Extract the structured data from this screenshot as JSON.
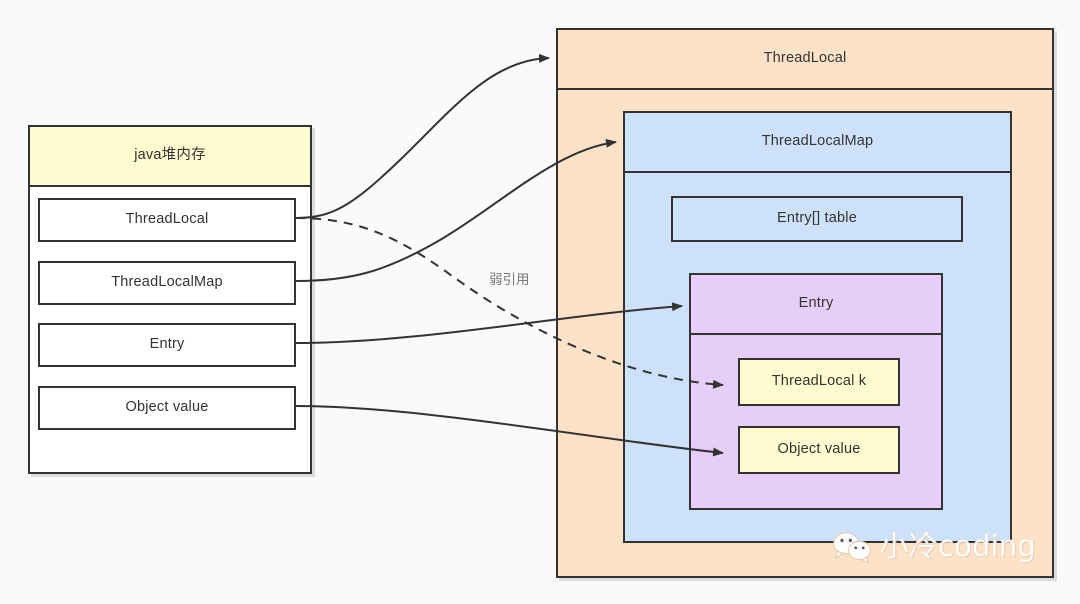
{
  "diagram": {
    "title_hidden": "",
    "left_panel": {
      "header": {
        "label": "java堆内存"
      },
      "items": [
        {
          "label": "ThreadLocal"
        },
        {
          "label": "ThreadLocalMap"
        },
        {
          "label": "Entry"
        },
        {
          "label": "Object value"
        }
      ]
    },
    "right_panel": {
      "header": {
        "label": "ThreadLocal"
      },
      "map": {
        "header": {
          "label": "ThreadLocalMap"
        },
        "table": {
          "label": "Entry[] table"
        },
        "entry": {
          "header": {
            "label": "Entry"
          },
          "fields": [
            {
              "label": "ThreadLocal k"
            },
            {
              "label": "Object value"
            }
          ]
        }
      }
    },
    "edges": [
      {
        "name": "threadlocal-to-threadlocal",
        "style": "solid",
        "label": ""
      },
      {
        "name": "threadlocalmap-to-threadlocalmap",
        "style": "solid",
        "label": ""
      },
      {
        "name": "entry-to-entry",
        "style": "solid",
        "label": ""
      },
      {
        "name": "objectvalue-to-objectvalue",
        "style": "solid",
        "label": ""
      },
      {
        "name": "threadlocal-to-threadlocal-k",
        "style": "dashed",
        "label": "弱引用"
      }
    ],
    "annotations": {
      "weak_reference": "弱引用"
    },
    "watermark": {
      "text": "小冷coding",
      "icon": "wechat-icon"
    },
    "colors": {
      "background": "#fafafa",
      "stroke": "#333333",
      "yellow": "#fdfbcf",
      "orange": "#fde2c8",
      "blue": "#cde2fa",
      "purple": "#e7cef8",
      "white": "#ffffff",
      "label_gray": "#777777"
    }
  }
}
